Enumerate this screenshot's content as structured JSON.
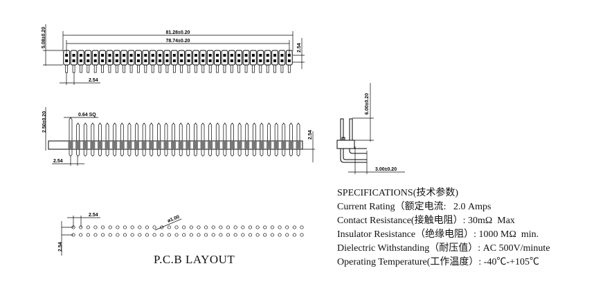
{
  "top_view": {
    "positions_per_row": 32,
    "rows": 2,
    "dim_overall": "81.28±0.20",
    "dim_pin_span": "78.74±0.20",
    "dim_height": "5.08±0.20",
    "dim_row_pitch": "2.54",
    "dim_pitch": "2.54"
  },
  "side_view": {
    "dim_pin_size": "0.64 SQ",
    "dim_height": "2.50±0.20",
    "dim_body": "2.54",
    "dim_pitch": "2.54"
  },
  "right_angle_view": {
    "dim_vertical": "6.00±0.20",
    "dim_horizontal": "3.00±0.20"
  },
  "pcb_layout": {
    "title": "P.C.B LAYOUT",
    "dim_pitch": "2.54",
    "dim_row_pitch": "2.54",
    "dim_hole": "ø1.00"
  },
  "specifications": {
    "title": "SPECIFICATIONS(技术参数)",
    "lines": [
      "Current Rating（额定电流:   2.0 Amps",
      "Contact Resistance(接触电阻）: 30mΩ  Max",
      "Insulator Resistance（绝缘电阻）: 1000 MΩ  min.",
      "Dielectric Withstanding（耐压值）: AC 500V/minute",
      "Operating Temperature(工作温度）: -40℃-+105℃"
    ]
  }
}
